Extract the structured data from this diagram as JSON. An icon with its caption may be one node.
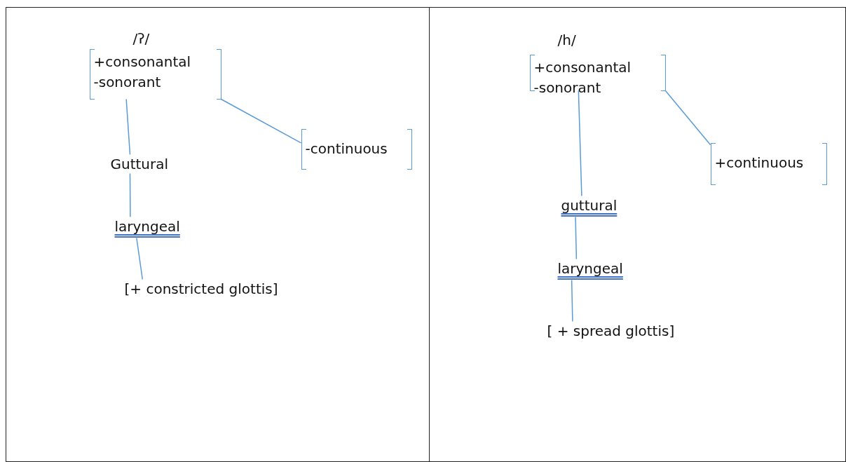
{
  "diagram": {
    "nodes": [
      {
        "text": [],
        "shape": "box"
      },
      {
        "text": [
          "/ʔ/",
          "+consonantal",
          "-sonorant"
        ],
        "in": 0
      },
      {
        "text": [
          "-continuous"
        ],
        "in": 0
      },
      {
        "text": [
          "Guttural"
        ],
        "in": 0
      },
      {
        "text": [
          "laryngeal"
        ],
        "in": 0
      },
      {
        "text": [
          "[+ constricted glottis]"
        ],
        "in": 0
      },
      {
        "text": [],
        "shape": "box"
      },
      {
        "text": [
          "/h/",
          "+consonantal",
          "-sonorant"
        ],
        "in": 6
      },
      {
        "text": [
          "+continuous"
        ],
        "in": 6
      },
      {
        "text": [
          "guttural"
        ],
        "in": 6
      },
      {
        "text": [
          "laryngeal"
        ],
        "in": 6
      },
      {
        "text": [
          "[ + spread glottis]"
        ],
        "in": 6
      }
    ],
    "edges": [
      {
        "from": 1,
        "to": 3,
        "arrow": "none"
      },
      {
        "from": 1,
        "to": 2,
        "arrow": "none"
      },
      {
        "from": 3,
        "to": 4,
        "arrow": "none"
      },
      {
        "from": 4,
        "to": 5,
        "arrow": "none"
      },
      {
        "from": 7,
        "to": 9,
        "arrow": "none"
      },
      {
        "from": 7,
        "to": 8,
        "arrow": "none"
      },
      {
        "from": 9,
        "to": 10,
        "arrow": "none"
      },
      {
        "from": 10,
        "to": 11,
        "arrow": "none"
      }
    ]
  }
}
